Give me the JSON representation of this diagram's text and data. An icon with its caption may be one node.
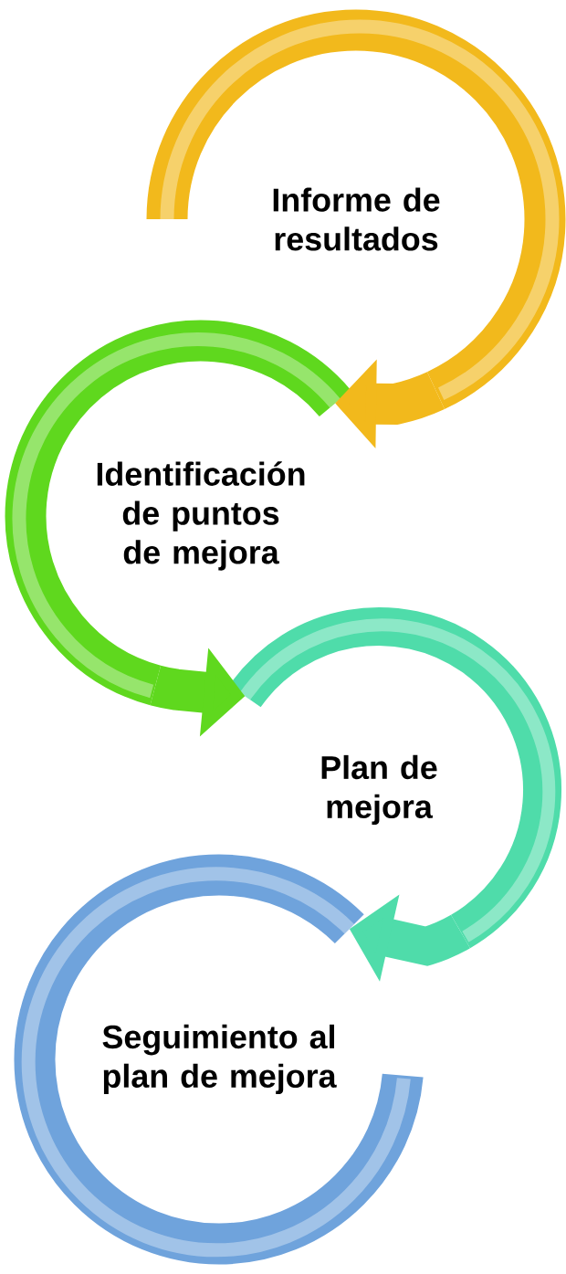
{
  "diagram": {
    "nodes": [
      {
        "text": [
          "Informe de resultados"
        ]
      },
      {
        "text": [
          "Identificación de puntos de mejora"
        ]
      },
      {
        "text": [
          "Plan de mejora"
        ]
      },
      {
        "text": [
          "Seguimiento al plan de mejora"
        ]
      }
    ],
    "edges": [
      {
        "from": 0,
        "to": 1,
        "arrow": "to",
        "color": "#f2b91c"
      },
      {
        "from": 1,
        "to": 2,
        "arrow": "to",
        "color": "#5fd81e"
      },
      {
        "from": 2,
        "to": 3,
        "arrow": "to",
        "color": "#4fdcaa"
      }
    ]
  }
}
